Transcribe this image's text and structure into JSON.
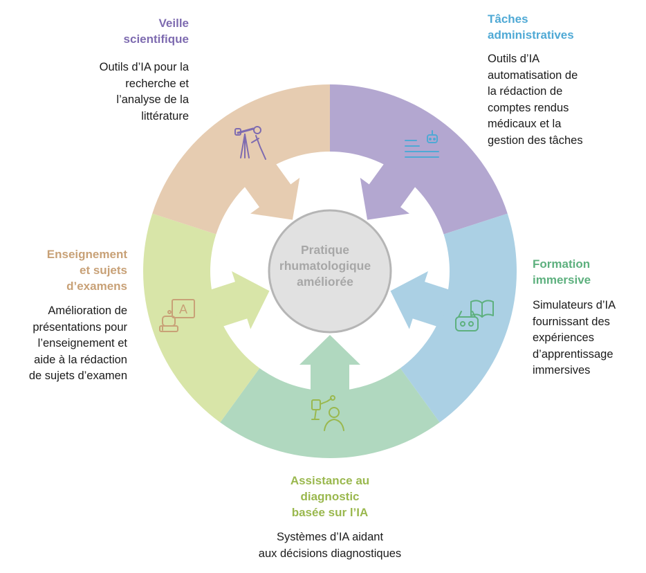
{
  "center": {
    "label": "Pratique\nrhumatologique\naméliorée"
  },
  "segments": [
    {
      "key": "veille",
      "title": "Veille\nscientifique",
      "description": "Outils d’IA pour la\nrecherche et\nl’analyse de la\nlittérature",
      "color": "#b3a7d0",
      "title_color": "#7e6bb0",
      "icon": "telescope-person-icon"
    },
    {
      "key": "taches",
      "title": "Tâches\nadministratives",
      "description": "Outils d’IA\nautomatisation de\nla rédaction de\ncomptes rendus\nmédicaux et la\ngestion des tâches",
      "color": "#abd0e4",
      "title_color": "#4fa9d5",
      "icon": "robot-document-icon"
    },
    {
      "key": "formation",
      "title": "Formation\nimmersive",
      "description": "Simulateurs d’IA\nfournissant des\nexpériences\nd’apprentissage\nimmersives",
      "color": "#b0d8bf",
      "title_color": "#5db07e",
      "icon": "book-vr-headset-icon"
    },
    {
      "key": "assistance",
      "title": "Assistance au\ndiagnostic\nbasée sur l’IA",
      "description": "Systèmes d’IA aidant\naux décisions diagnostiques",
      "color": "#d8e5a8",
      "title_color": "#9ab84e",
      "icon": "robot-arm-person-icon"
    },
    {
      "key": "enseignement",
      "title": "Enseignement\net sujets\nd’examens",
      "description": "Amélioration de\nprésentations pour\nl’enseignement et\naide à la rédaction\nde sujets d’examen",
      "color": "#e6ccb1",
      "title_color": "#c8a177",
      "icon": "robot-whiteboard-icon"
    }
  ],
  "colors": {
    "center_fill": "#e1e1e1",
    "center_stroke": "#b5b5b5",
    "center_text": "#a7a7a7"
  }
}
